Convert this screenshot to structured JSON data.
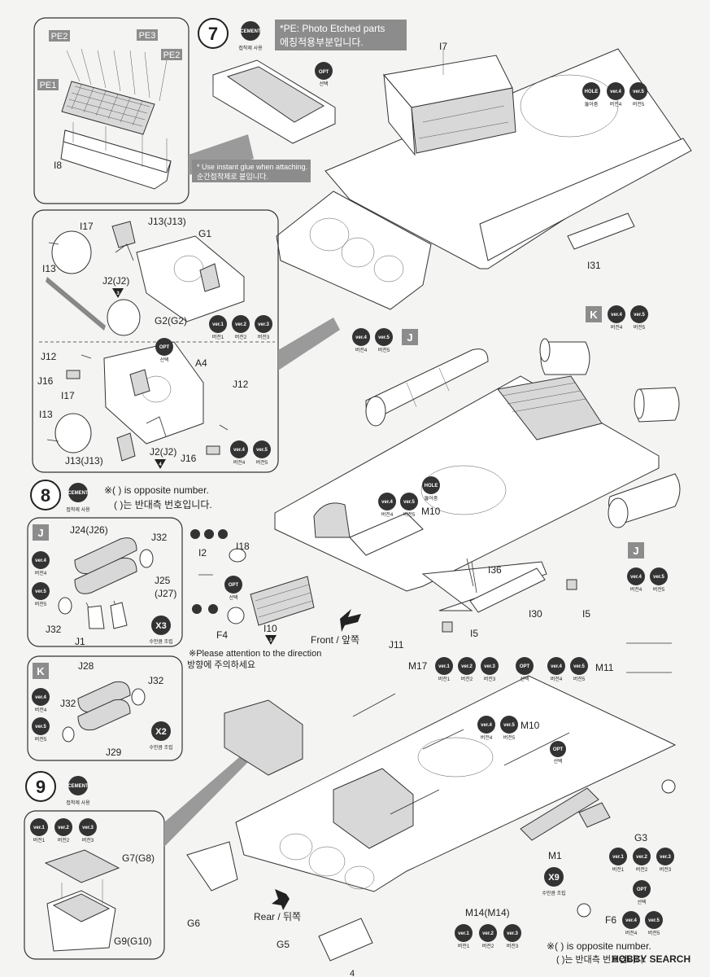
{
  "step7": {
    "number": "7",
    "cement": {
      "badge": "CEMENT",
      "caption": "접착제 사용"
    },
    "pe_note": "*PE: Photo Etched parts",
    "pe_note_kr": "에칭적용부분입니다.",
    "opt": {
      "badge": "OPT",
      "caption": "선택"
    },
    "glue_note": "* Use instant glue when attaching.",
    "glue_note_kr": "순간접착제로 붙입니다.",
    "parts": [
      "PE2",
      "PE3",
      "PE2",
      "PE1",
      "I8",
      "I7",
      "I31"
    ],
    "hole": {
      "badge": "HOLE",
      "caption": "뚫어줌"
    },
    "ver4": {
      "badge": "ver.4",
      "caption": "버전4"
    },
    "ver5": {
      "badge": "ver.5",
      "caption": "버전5"
    }
  },
  "detail_a": {
    "parts": [
      "I17",
      "J13(J13)",
      "G1",
      "I13",
      "J2(J2)",
      "G2(G2)"
    ],
    "sub": "3",
    "badges": [
      {
        "badge": "ver.1",
        "caption": "버전1"
      },
      {
        "badge": "ver.2",
        "caption": "버전2"
      },
      {
        "badge": "ver.3",
        "caption": "버전3"
      }
    ]
  },
  "detail_b": {
    "parts": [
      "J12",
      "A4",
      "J16",
      "J12",
      "I17",
      "I13",
      "J13(J13)",
      "J2(J2)",
      "J16"
    ],
    "sub": "4",
    "opt": {
      "badge": "OPT",
      "caption": "선택"
    },
    "badges": [
      {
        "badge": "ver.4",
        "caption": "버전4"
      },
      {
        "badge": "ver.5",
        "caption": "버전5"
      }
    ]
  },
  "step8": {
    "number": "8",
    "cement": {
      "badge": "CEMENT",
      "caption": "접착제 사용"
    },
    "note": "※( ) is opposite number.",
    "note_kr": "( )는 반대측 번호입니다.",
    "parts": [
      "I18",
      "I2",
      "F4",
      "I10",
      "M10",
      "I36",
      "I30",
      "I5",
      "I5",
      "J11"
    ],
    "i10_sub": "3",
    "front": "Front / 앞쪽",
    "direction_note": "※Please attention to the direction",
    "direction_note_kr": "방향에 주의하세요",
    "tag_j": "J",
    "tag_k": "K",
    "opt": {
      "badge": "OPT",
      "caption": "선택"
    },
    "hole": {
      "badge": "HOLE",
      "caption": "뚫어줌"
    }
  },
  "sub_j": {
    "tag": "J",
    "parts": [
      "J24(J26)",
      "J32",
      "J25",
      "(J27)",
      "J32",
      "J1"
    ],
    "multiplier": "X3",
    "multiplier_caption": "수만큼 조립"
  },
  "sub_k": {
    "tag": "K",
    "parts": [
      "J28",
      "J32",
      "J32",
      "J29"
    ],
    "multiplier": "X2",
    "multiplier_caption": "수만큼 조립"
  },
  "step9": {
    "number": "9",
    "cement": {
      "badge": "CEMENT",
      "caption": "접착제 사용"
    },
    "parts": [
      "G7(G8)",
      "G9(G10)",
      "G6",
      "G5",
      "M17",
      "M11",
      "M10",
      "G3",
      "M1",
      "M14(M14)",
      "F6"
    ],
    "rear": "Rear / 뒤쪽",
    "m1_mult": "X9",
    "m1_mult_caption": "수만큼 조립",
    "note": "※( ) is opposite number.",
    "note_kr": "( )는 반대측 번호입니다."
  },
  "badge_captions": {
    "ver1": "버전1",
    "ver2": "버전2",
    "ver3": "버전3",
    "ver4": "버전4",
    "ver5": "버전5",
    "opt": "선택"
  },
  "page_number": "4",
  "watermark": "HOBBY SEARCH"
}
